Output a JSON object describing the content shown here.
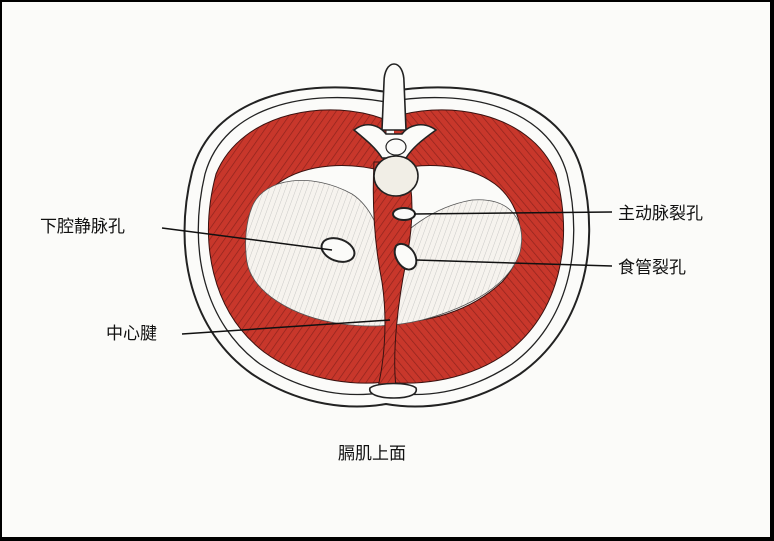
{
  "labels": {
    "ivc_foramen": "下腔静脉孔",
    "aortic_hiatus": "主动脉裂孔",
    "esophageal_hiatus": "食管裂孔",
    "central_tendon": "中心腱"
  },
  "caption": "膈肌上面",
  "colors": {
    "muscle": "#c8372b",
    "muscle_dark": "#7a1d18",
    "tendon": "#f6f3ee",
    "outline": "#222222",
    "background": "#fbfbf9"
  }
}
